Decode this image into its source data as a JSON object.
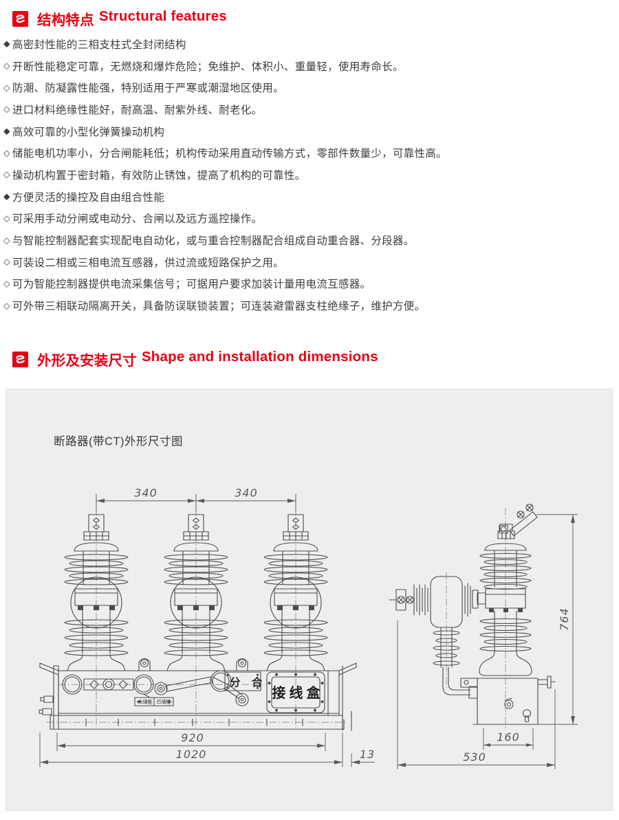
{
  "colors": {
    "accent": "#e60012",
    "panel_bg": "#edeeee",
    "body_text": "#3d3d3d",
    "drawing_line": "#4c4c4c"
  },
  "sections": {
    "structural": {
      "title_zh": "结构特点",
      "title_en": "Structural features"
    },
    "dimensions": {
      "title_zh": "外形及安装尺寸",
      "title_en": "Shape and installation dimensions"
    }
  },
  "features": [
    {
      "marker": "◆",
      "text": "高密封性能的三相支柱式全封闭结构"
    },
    {
      "marker": "◇",
      "text": "开断性能稳定可靠，无燃烧和爆炸危险；免维护、体积小、重量轻，使用寿命长。"
    },
    {
      "marker": "◇",
      "text": "防潮、防凝露性能强，特别适用于严寒或潮湿地区使用。"
    },
    {
      "marker": "◇",
      "text": "进口材料绝缘性能好，耐高温、耐紫外线、耐老化。"
    },
    {
      "marker": "◆",
      "text": "高效可靠的小型化弹簧操动机构"
    },
    {
      "marker": "◇",
      "text": "储能电机功率小，分合闸能耗低；机构传动采用直动传输方式，零部件数量少，可靠性高。"
    },
    {
      "marker": "◇",
      "text": "操动机构置于密封箱，有效防止锈蚀，提高了机构的可靠性。"
    },
    {
      "marker": "◆",
      "text": "方便灵活的操控及自由组合性能"
    },
    {
      "marker": "◇",
      "text": "可采用手动分闸或电动分、合闸以及远方遥控操作。"
    },
    {
      "marker": "◇",
      "text": "与智能控制器配套实现配电自动化，或与重合控制器配合组成自动重合器、分段器。"
    },
    {
      "marker": "◇",
      "text": "可装设二相或三相电流互感器，供过流或短路保护之用。"
    },
    {
      "marker": "◇",
      "text": "可为智能控制器提供电流采集信号；可据用户要求加装计量用电流互感器。"
    },
    {
      "marker": "◇",
      "text": "可外带三相联动隔离开关，具备防误联锁装置；可连装避雷器支柱绝缘子，维护方便。"
    }
  ],
  "drawing": {
    "caption": "断路器(带CT)外形尺寸图",
    "labels": {
      "open_close": "分 合",
      "terminal_box": "接线盒",
      "energy_left": "未储能",
      "energy_right": "已储能"
    },
    "dims": {
      "pitch_left": "340",
      "pitch_right": "340",
      "mount_width": "920",
      "total_width": "1020",
      "flange": "13",
      "box_offset": "160",
      "depth": "530",
      "height": "764"
    }
  }
}
